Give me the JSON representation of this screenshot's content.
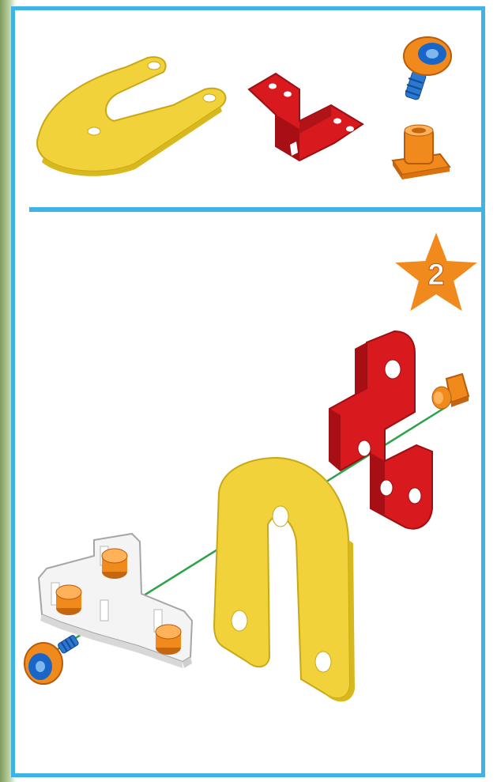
{
  "palette": {
    "frame_border": "#3fb2e6",
    "yellow_plate": "#f2d23a",
    "red_bracket": "#d8191e",
    "orange_nut": "#f08a1d",
    "blue_screw": "#1a66c8",
    "white_connector": "#f4f4f4",
    "guide_line": "#2ca24a"
  },
  "parts_panel": {
    "parts": [
      {
        "name": "yellow-u-plate"
      },
      {
        "name": "red-z-bracket"
      },
      {
        "name": "orange-screw"
      },
      {
        "name": "orange-nut"
      }
    ]
  },
  "step": {
    "number": "2",
    "badge_icon": "star-icon"
  },
  "assembly": {
    "parts": [
      "blue-orange-screw",
      "white-t-connector",
      "yellow-u-plate",
      "red-z-bracket",
      "orange-nut"
    ],
    "guide_line": true
  }
}
